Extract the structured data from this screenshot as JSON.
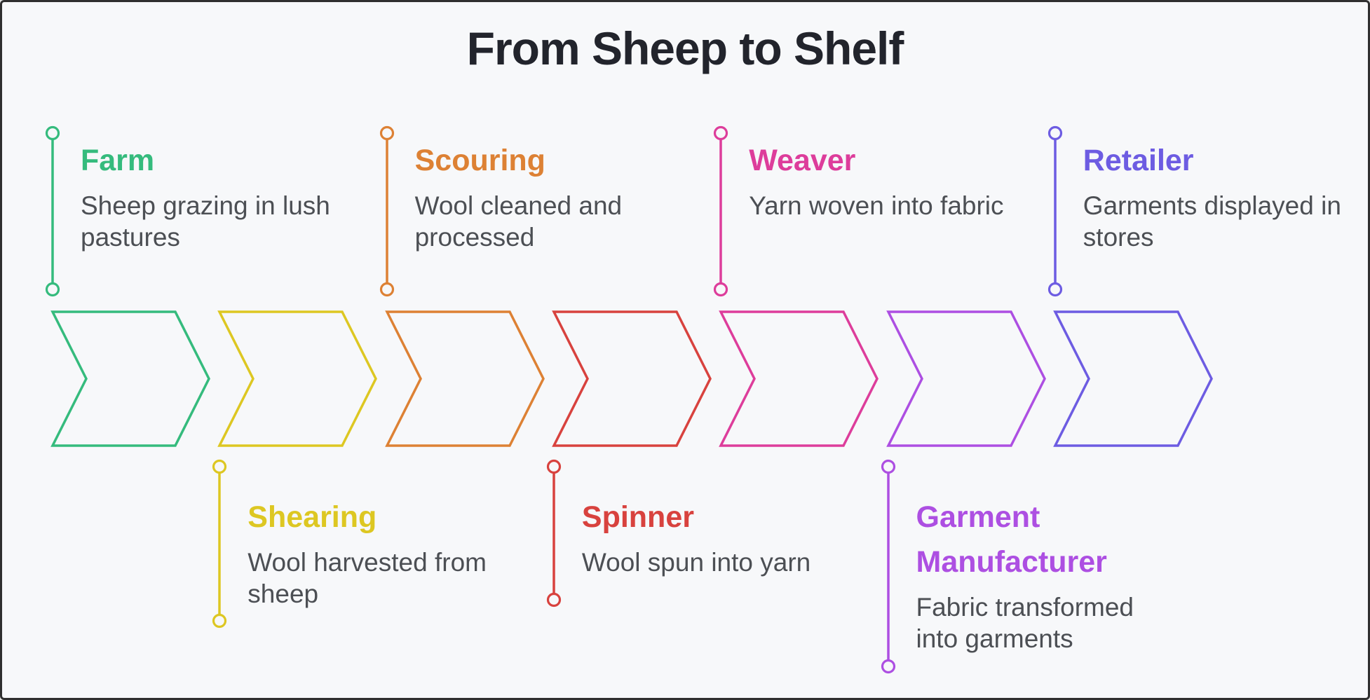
{
  "title": "From Sheep to Shelf",
  "colors": {
    "background": "#f7f8fa",
    "frame": "#2f2f2f",
    "title_text": "#22242c",
    "description_text": "#4c4f54"
  },
  "stages": [
    {
      "name": "farm",
      "label": "Farm",
      "description": "Sheep grazing in lush pastures",
      "color": "#35bb7d",
      "label_position": "above"
    },
    {
      "name": "shearing",
      "label": "Shearing",
      "description": "Wool harvested from sheep",
      "color": "#ddc722",
      "label_position": "below"
    },
    {
      "name": "scouring",
      "label": "Scouring",
      "description": "Wool cleaned and processed",
      "color": "#dd8134",
      "label_position": "above"
    },
    {
      "name": "spinner",
      "label": "Spinner",
      "description": "Wool spun into yarn",
      "color": "#d8423e",
      "label_position": "below"
    },
    {
      "name": "weaver",
      "label": "Weaver",
      "description": "Yarn woven into fabric",
      "color": "#dd3d9b",
      "label_position": "above"
    },
    {
      "name": "garment-manufacturer",
      "label": "Garment Manufacturer",
      "description": "Fabric transformed into garments",
      "color": "#ad4fe2",
      "label_position": "below"
    },
    {
      "name": "retailer",
      "label": "Retailer",
      "description": "Garments displayed in stores",
      "color": "#6d5ce2",
      "label_position": "above"
    }
  ]
}
